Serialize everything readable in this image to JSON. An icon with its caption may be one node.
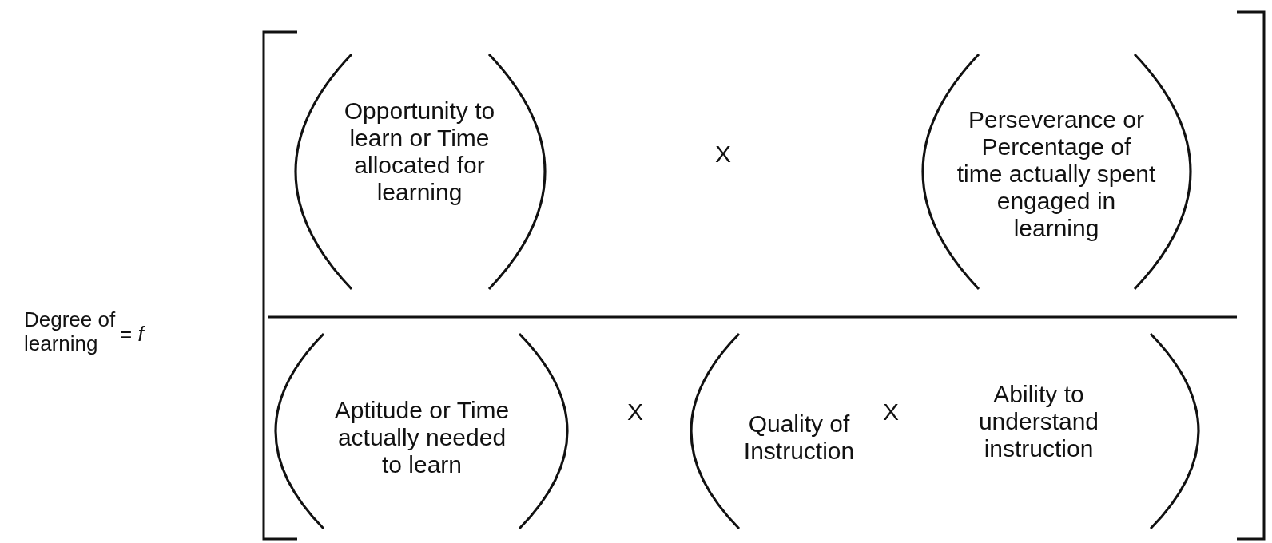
{
  "diagram": {
    "labels": [
      "Degree of learning",
      "= *f*",
      "Opportunity to learn or Time allocated for learning",
      "X",
      "Perseverance or Percentage of time actually spent engaged in learning",
      "Aptitude or Time actually needed to learn",
      "X",
      "Quality of Instruction",
      "X",
      "Ability to understand instruction"
    ]
  }
}
